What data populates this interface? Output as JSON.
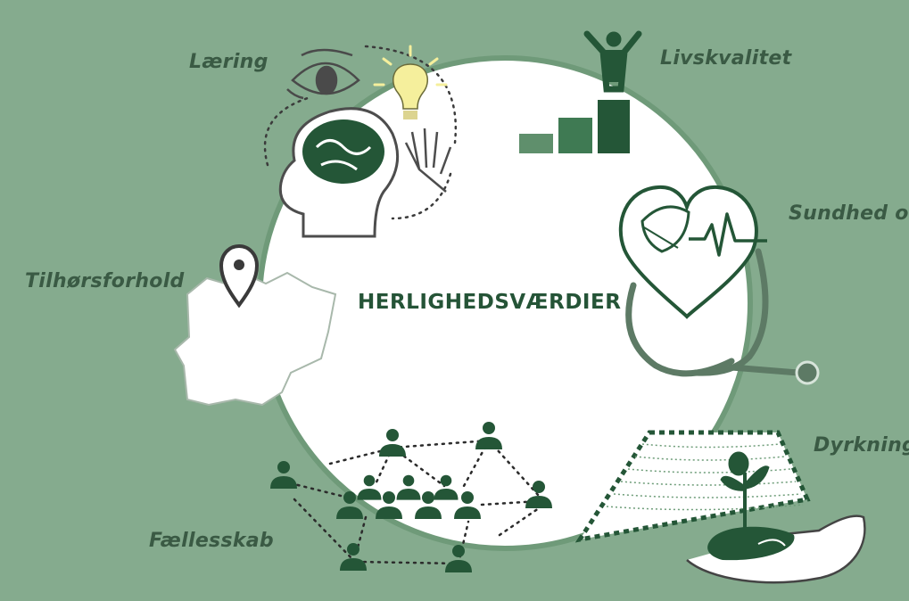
{
  "diagram": {
    "center_title": "HERLIGHEDSVÆRDIER",
    "labels": {
      "laering": "Læring",
      "livskvalitet": "Livskvalitet",
      "sundhed": "Sundhed og",
      "tilhorsforhold": "Tilhørsforhold",
      "dyrkning": "Dyrkning",
      "faellesskab": "Fællesskab"
    }
  },
  "colors": {
    "background": "#85ab8e",
    "circle_fill": "#ffffff",
    "dark_green": "#245637",
    "mid_green": "#3f7a53",
    "light_green": "#5f8f6c",
    "label_text": "#3a5a44",
    "bulb_yellow": "#f5ef9c"
  },
  "icons": {
    "laering": [
      "eye-icon",
      "lightbulb-icon",
      "brain-head-icon",
      "hand-icon"
    ],
    "livskvalitet": [
      "podium-person-icon",
      "bar-steps-icon"
    ],
    "sundhed": [
      "heart-leaf-icon",
      "heartbeat-icon",
      "stethoscope-icon"
    ],
    "tilhorsforhold": [
      "map-area-icon",
      "location-pin-icon"
    ],
    "dyrkning": [
      "field-grid-icon",
      "sprout-icon",
      "hand-holding-soil-icon"
    ],
    "faellesskab": [
      "people-network-icon"
    ]
  }
}
